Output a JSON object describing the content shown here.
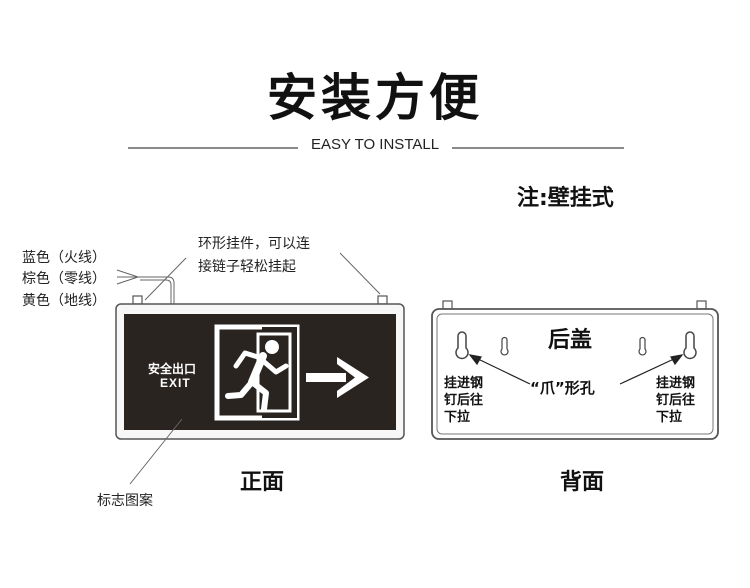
{
  "title": "安装方便",
  "subtitle": "EASY TO INSTALL",
  "note": "注:壁挂式",
  "wires": {
    "blue": "蓝色（火线）",
    "brown": "棕色（零线）",
    "yellow": "黄色（地线）"
  },
  "ring_hook_note": [
    "环形挂件，可以连",
    "接链子轻松挂起"
  ],
  "front": {
    "sign_text_cn": "安全出口",
    "sign_text_en": "EXIT",
    "pattern_label": "标志图案",
    "caption": "正面"
  },
  "back": {
    "title": "后盖",
    "left_note": [
      "挂进钢",
      "钉后往",
      "下拉"
    ],
    "right_note": [
      "挂进钢",
      "钉后往",
      "下拉"
    ],
    "slot_label": "“爪”形孔",
    "caption": "背面"
  },
  "colors": {
    "sign_panel": "#2a2421",
    "frame": "#555555",
    "rule": "#8a8a8a"
  }
}
